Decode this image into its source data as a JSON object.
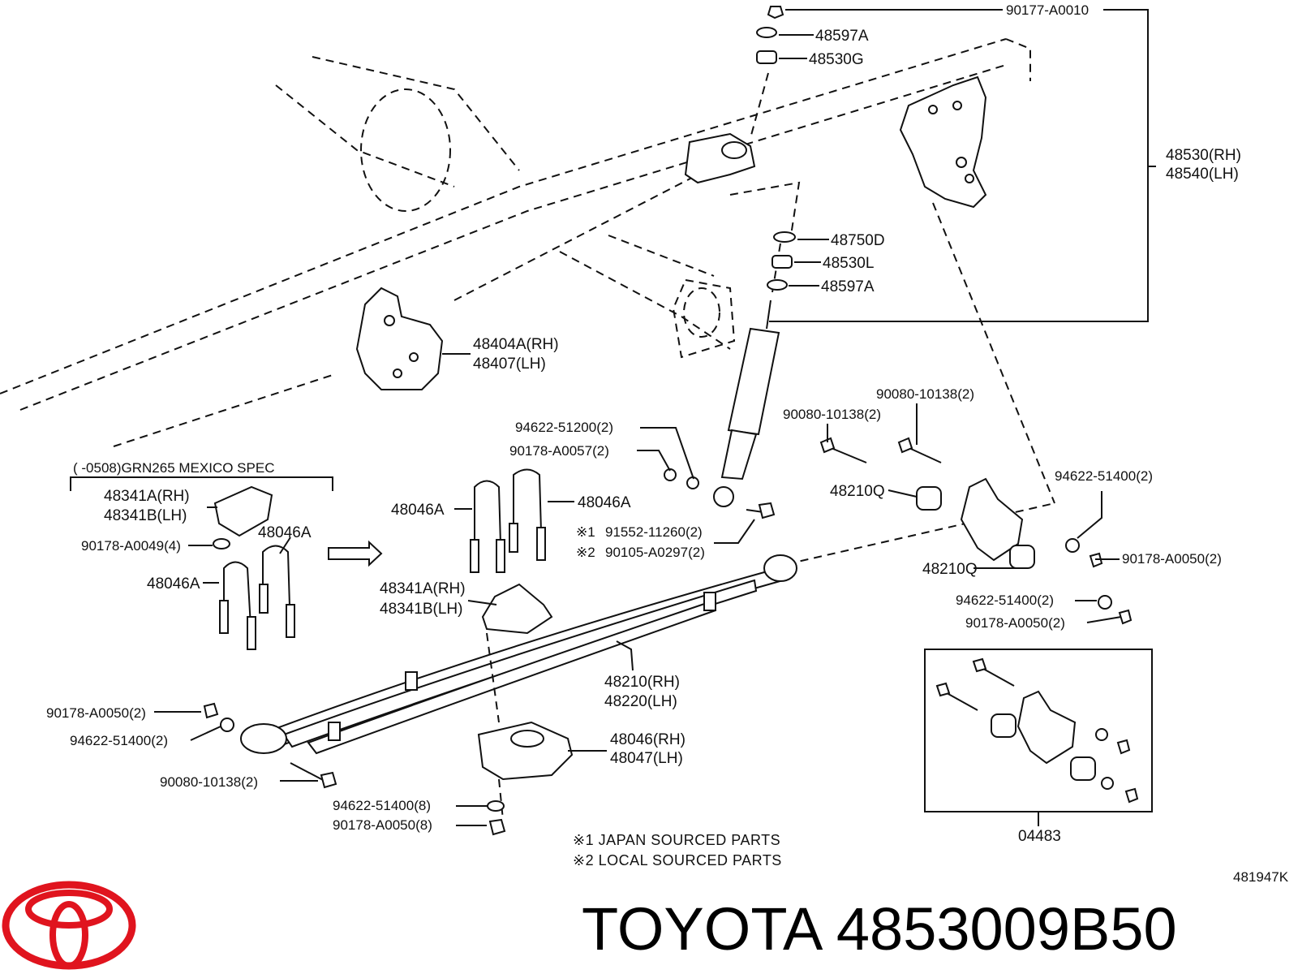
{
  "labels": {
    "p90177": "90177-A0010",
    "p48597a_top": "48597A",
    "p48530g": "48530G",
    "p48530rh": "48530(RH)",
    "p48540lh": "48540(LH)",
    "p48750d": "48750D",
    "p48530l": "48530L",
    "p48597a_low": "48597A",
    "p48404a": "48404A(RH)",
    "p48407": "48407(LH)",
    "p90080_a": "90080-10138(2)",
    "p90080_b": "90080-10138(2)",
    "p94622_51200": "94622-51200(2)",
    "p90178_a0057": "90178-A0057(2)",
    "p48210q_a": "48210Q",
    "p94622_51400_r": "94622-51400(2)",
    "p90178_a0050_r": "90178-A0050(2)",
    "p48210q_b": "48210Q",
    "p94622_51400_r2": "94622-51400(2)",
    "p90178_a0050_r2": "90178-A0050(2)",
    "mexico_spec": "(       -0508)GRN265 MEXICO SPEC",
    "p48341a_box": "48341A(RH)",
    "p48341b_box": "48341B(LH)",
    "p48046a_box1": "48046A",
    "p90178_a0049": "90178-A0049(4)",
    "p48046a_box2": "48046A",
    "p48046a_c1": "48046A",
    "p48046a_c2": "48046A",
    "p91552": "91552-11260(2)",
    "p90105": "90105-A0297(2)",
    "mark1": "※1",
    "mark2": "※2",
    "p48341a_c": "48341A(RH)",
    "p48341b_c": "48341B(LH)",
    "p48210rh": "48210(RH)",
    "p48220lh": "48220(LH)",
    "p90178_a0050_l": "90178-A0050(2)",
    "p94622_51400_l": "94622-51400(2)",
    "p90080_l": "90080-10138(2)",
    "p48046rh": "48046(RH)",
    "p48047lh": "48047(LH)",
    "p94622_51400_8": "94622-51400(8)",
    "p90178_a0050_8": "90178-A0050(8)",
    "p04483": "04483",
    "diagram_code": "481947K"
  },
  "notes": {
    "note1": "※1  JAPAN SOURCED PARTS",
    "note2": "※2  LOCAL SOURCED PARTS"
  },
  "footer": {
    "brand_part": "TOYOTA 4853009B50",
    "logo_color": "#e0141e"
  }
}
